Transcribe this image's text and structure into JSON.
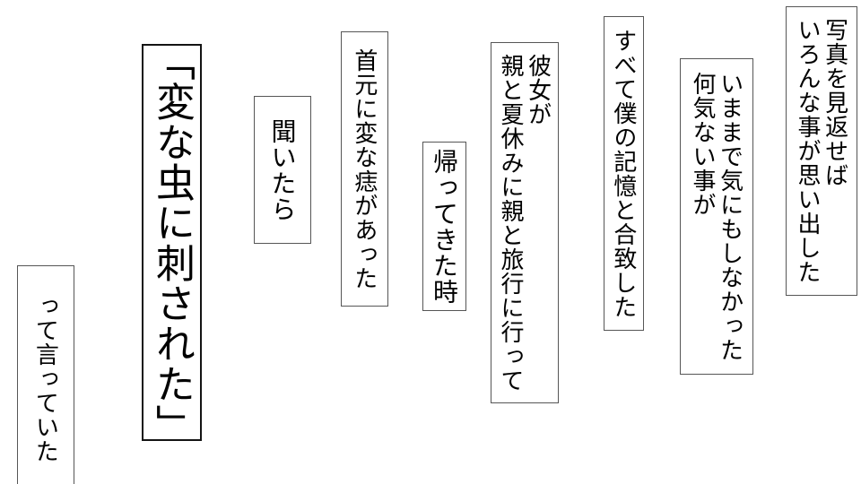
{
  "page": {
    "background": "#ffffff",
    "text_color": "#000000",
    "box_border_color": "#565656",
    "quote_box_border_color": "#141414"
  },
  "boxes": [
    {
      "name": "photos",
      "lines": [
        "写真を見返せば",
        "いろんな事が思い出した"
      ]
    },
    {
      "name": "unnoticed",
      "lines": [
        "いままで気にもしなかった",
        "何気ない事が"
      ]
    },
    {
      "name": "memory-match",
      "lines": [
        "すべて僕の記憶と合致した"
      ]
    },
    {
      "name": "summer-trip",
      "lines": [
        "彼女が",
        "親と夏休みに親と旅行に行って"
      ]
    },
    {
      "name": "return",
      "lines": [
        "帰ってきた時"
      ]
    },
    {
      "name": "neck-mark",
      "lines": [
        "首元に変な痣があった"
      ]
    },
    {
      "name": "asked",
      "lines": [
        "聞いたら"
      ]
    },
    {
      "name": "bug-bite-quote",
      "lines": [
        "「変な虫に刺された」"
      ]
    },
    {
      "name": "she-said",
      "lines": [
        "って言っていた"
      ]
    }
  ]
}
